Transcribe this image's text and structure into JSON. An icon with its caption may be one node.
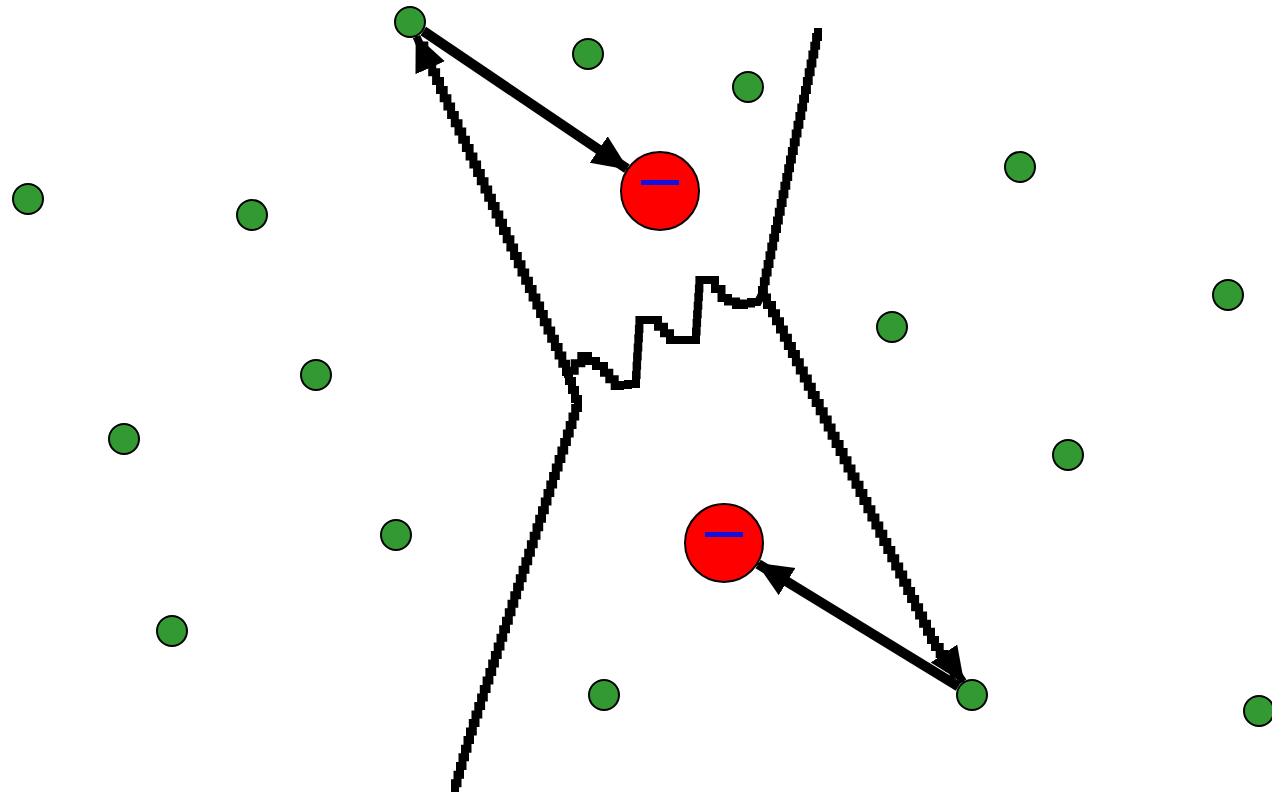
{
  "diagram": {
    "nodes": [
      {
        "text": [],
        "shape": "circle"
      },
      {
        "text": [],
        "shape": "circle"
      },
      {
        "text": [],
        "shape": "circle"
      },
      {
        "text": [],
        "shape": "circle"
      },
      {
        "text": [],
        "shape": "circle"
      },
      {
        "text": [],
        "shape": "circle"
      },
      {
        "text": [],
        "shape": "circle"
      },
      {
        "text": [],
        "shape": "circle"
      },
      {
        "text": [],
        "shape": "circle"
      },
      {
        "text": [],
        "shape": "circle"
      },
      {
        "text": [],
        "shape": "circle"
      },
      {
        "text": [],
        "shape": "circle"
      },
      {
        "text": [],
        "shape": "circle"
      },
      {
        "text": [],
        "shape": "circle"
      },
      {
        "text": [],
        "shape": "circle"
      },
      {
        "text": [],
        "shape": "circle"
      },
      {
        "text": [],
        "shape": "circle"
      },
      {
        "text": [],
        "shape": "circle"
      }
    ],
    "edges": [
      {
        "from": 0,
        "to": 4,
        "arrow": "to"
      },
      {
        "from": 16,
        "to": 13,
        "arrow": "to"
      },
      {
        "from": null,
        "to": 0,
        "arrow": "to"
      },
      {
        "from": null,
        "to": 16,
        "arrow": "to"
      }
    ]
  }
}
